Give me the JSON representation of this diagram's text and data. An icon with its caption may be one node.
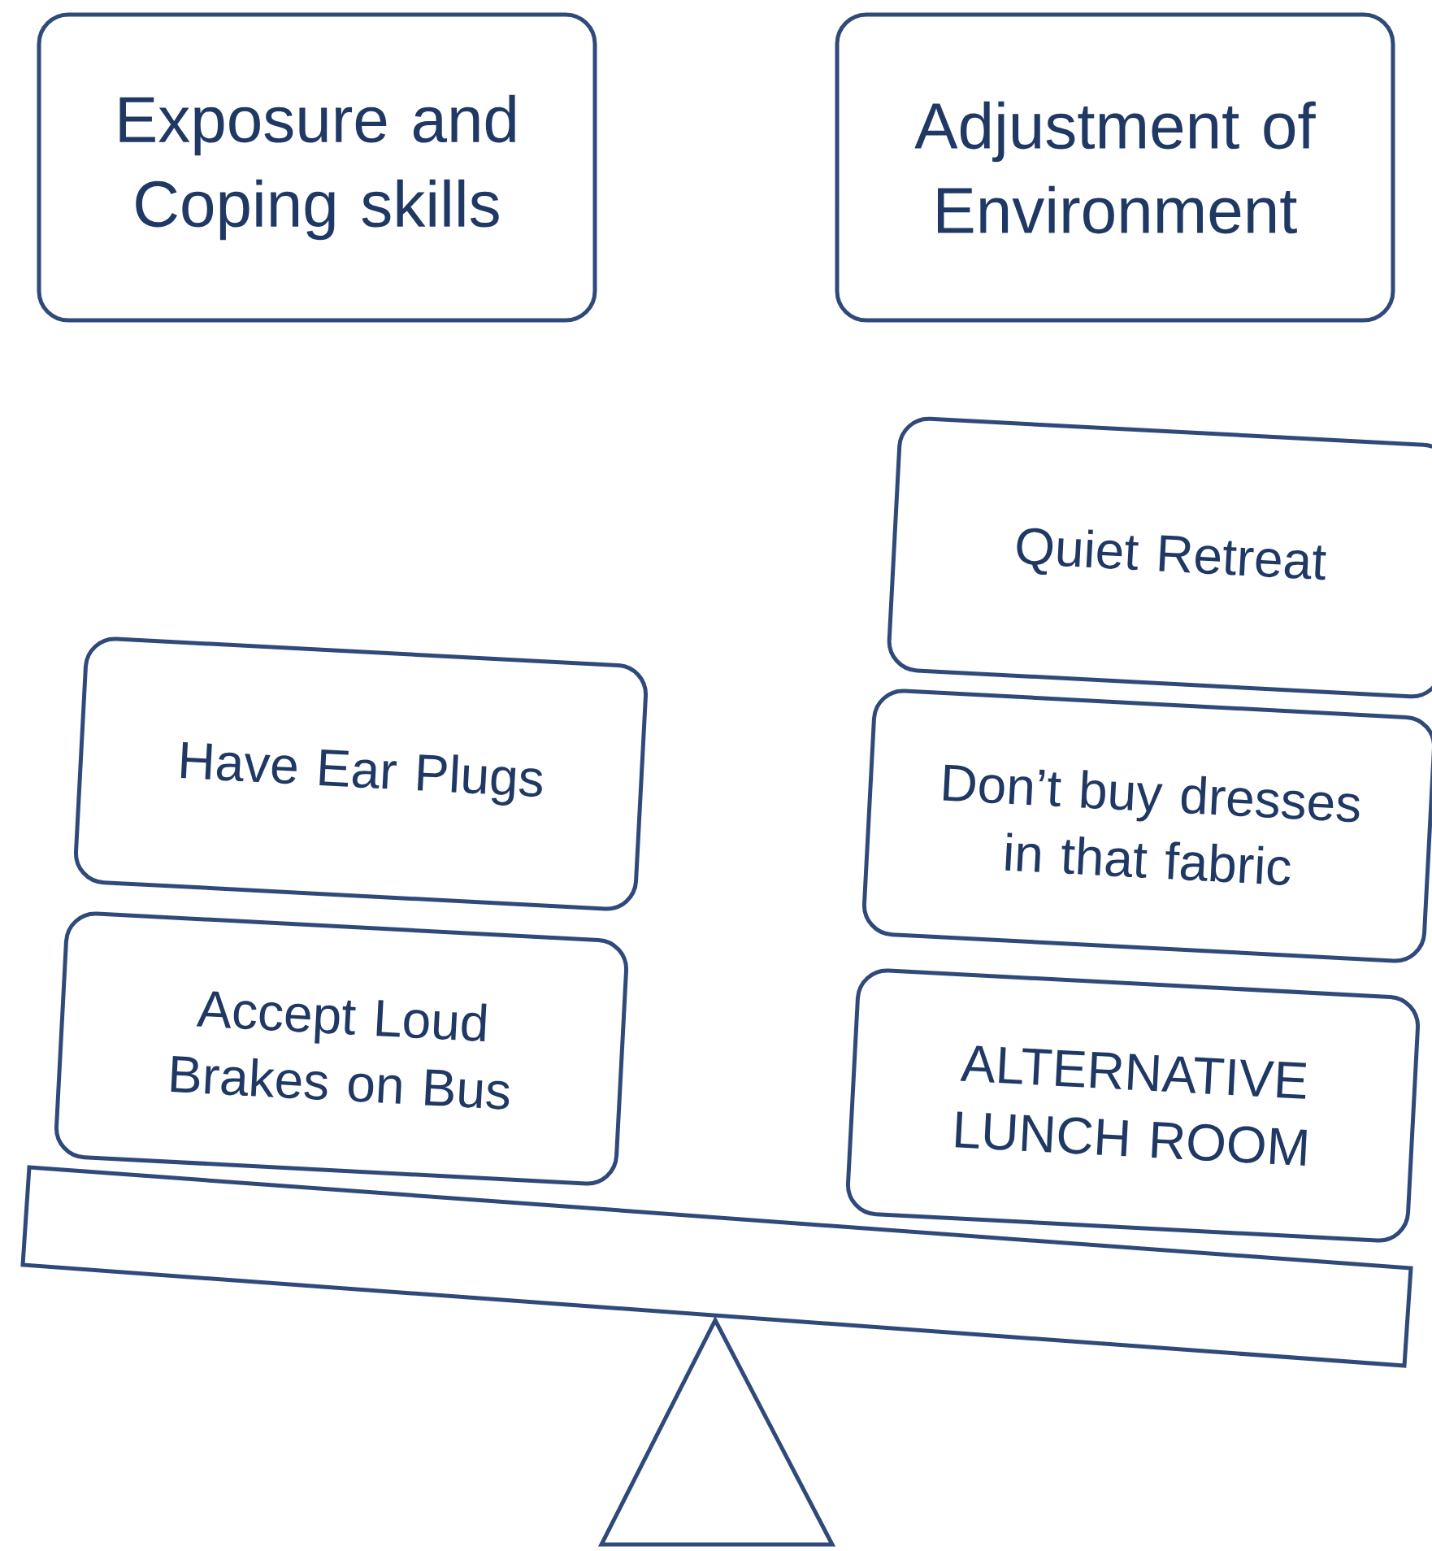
{
  "diagram": {
    "nodes": [
      {
        "text": [
          "Exposure and Coping skills"
        ]
      },
      {
        "text": [
          "Adjustment of Environment"
        ]
      },
      {
        "text": [
          "Have Ear Plugs"
        ]
      },
      {
        "text": [
          "Accept Loud Brakes on Bus"
        ]
      },
      {
        "text": [
          "Quiet Retreat"
        ]
      },
      {
        "text": [
          "Don’t buy dresses in that fabric"
        ]
      },
      {
        "text": [
          "ALTERNATIVE LUNCH ROOM"
        ]
      }
    ]
  }
}
